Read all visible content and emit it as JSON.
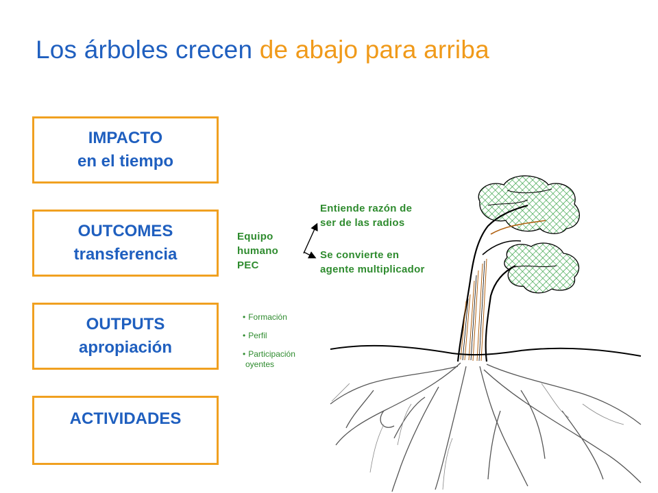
{
  "title": {
    "part1": "Los árboles crecen ",
    "part2": "de abajo para arriba",
    "color_blue": "#1f5fbf",
    "color_orange": "#f09a1a"
  },
  "stages": [
    {
      "line1": "IMPACTO",
      "line2": "en el tiempo"
    },
    {
      "line1": "OUTCOMES",
      "line2": "transferencia"
    },
    {
      "line1": "OUTPUTS",
      "line2": "apropiación"
    },
    {
      "line1": "ACTIVIDADES",
      "line2": ""
    }
  ],
  "source_label": {
    "line1": "Equipo",
    "line2": "humano",
    "line3": "PEC"
  },
  "outcomes": [
    {
      "line1": "Entiende razón de",
      "line2": "ser de las radios"
    },
    {
      "line1": "Se convierte en",
      "line2": "agente multiplicador"
    }
  ],
  "outputs_list": [
    {
      "text": "Formación"
    },
    {
      "text": "Perfil"
    },
    {
      "text": "Participación",
      "text2": "oyentes"
    }
  ],
  "colors": {
    "box_border": "#f0a020",
    "box_text": "#1f5fbf",
    "label_green": "#2e8b2e",
    "foliage": "#2e9e3e"
  }
}
